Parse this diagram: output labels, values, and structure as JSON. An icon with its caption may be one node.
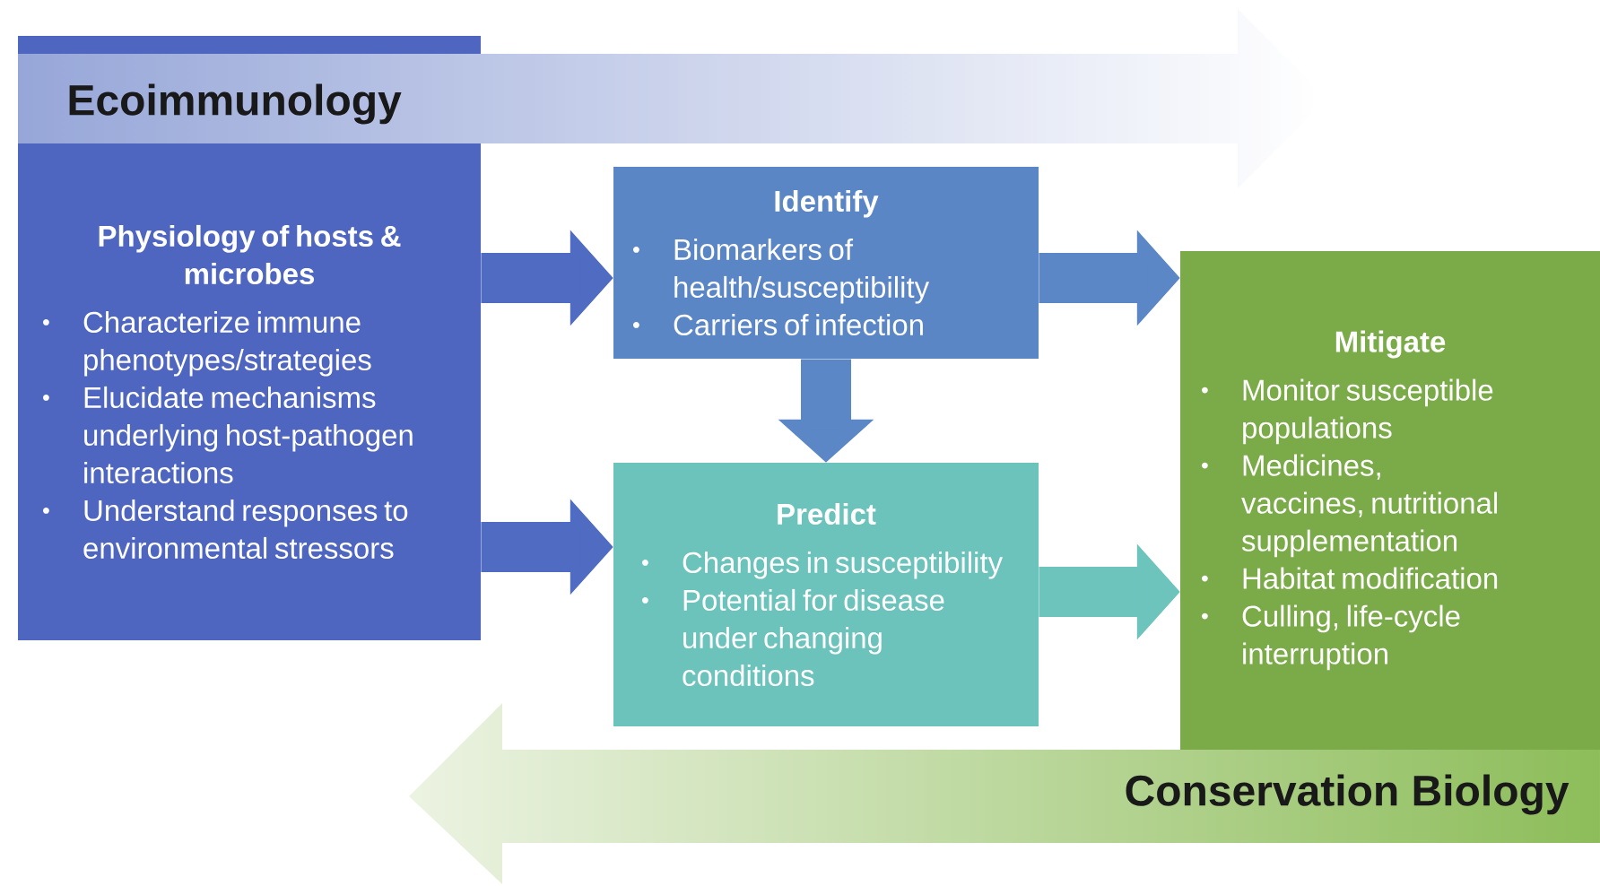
{
  "diagram": {
    "nodes": [
      {
        "text": [
          "Ecoimmunology"
        ]
      },
      {
        "text": [
          "Physiology of hosts & microbes",
          "Characterize immune phenotypes/strategies",
          "Elucidate mechanisms underlying host-pathogen interactions",
          "Understand responses to environmental stressors"
        ]
      },
      {
        "text": [
          "Identify",
          "Biomarkers of health/susceptibility",
          "Carriers of infection"
        ]
      },
      {
        "text": [
          "Predict",
          "Changes in susceptibility",
          "Potential for disease under changing conditions"
        ]
      },
      {
        "text": [
          "Mitigate",
          "Monitor susceptible populations",
          "Medicines, vaccines, nutritional supplementation",
          "Habitat modification",
          "Culling, life-cycle interruption"
        ]
      },
      {
        "text": [
          "Conservation Biology"
        ]
      }
    ],
    "edges": [
      {
        "from": 1,
        "to": 2,
        "arrow": "to",
        "color": "#4f6bc2"
      },
      {
        "from": 1,
        "to": 3,
        "arrow": "to",
        "color": "#4f6bc2"
      },
      {
        "from": 2,
        "to": 3,
        "arrow": "to",
        "color": "#5b87c6"
      },
      {
        "from": 2,
        "to": 4,
        "arrow": "to",
        "color": "#5b87c6"
      },
      {
        "from": 3,
        "to": 4,
        "arrow": "to",
        "color": "#6cc4bd"
      }
    ]
  }
}
